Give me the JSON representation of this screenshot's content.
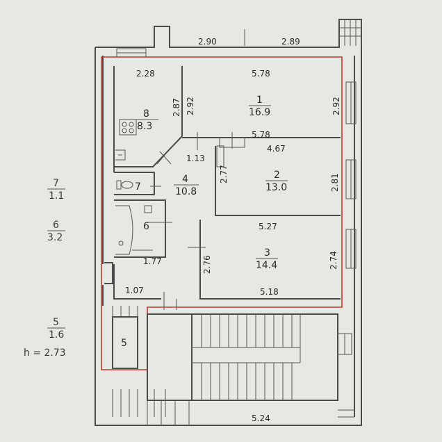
{
  "dimensions": {
    "top_left": "2.90",
    "top_right": "2.89",
    "kitchen_top": "2.28",
    "room1_top": "5.78",
    "room1_bottom": "5.78",
    "kitchen_side": "2.87",
    "room1_left": "2.92",
    "room1_right": "2.92",
    "hall_small": "1.13",
    "room2_top": "4.67",
    "room2_left": "2.77",
    "room2_right": "2.81",
    "room3_top": "5.27",
    "room3_bottom": "5.18",
    "room3_left": "2.76",
    "room3_right": "2.74",
    "bath_bottom": "1.77",
    "corridor": "1.07",
    "bottom": "5.24"
  },
  "rooms": {
    "r1": {
      "num": "1",
      "area": "16.9"
    },
    "r2": {
      "num": "2",
      "area": "13.0"
    },
    "r3": {
      "num": "3",
      "area": "14.4"
    },
    "r4": {
      "num": "4",
      "area": "10.8"
    },
    "r5": {
      "num": "5"
    },
    "r6": {
      "num": "6"
    },
    "r7": {
      "num": "7"
    },
    "r8": {
      "num": "8",
      "area": "8.3"
    }
  },
  "legend": {
    "l7": {
      "num": "7",
      "area": "1.1"
    },
    "l6": {
      "num": "6",
      "area": "3.2"
    },
    "l5": {
      "num": "5",
      "area": "1.6"
    },
    "height": "h  =  2.73"
  }
}
